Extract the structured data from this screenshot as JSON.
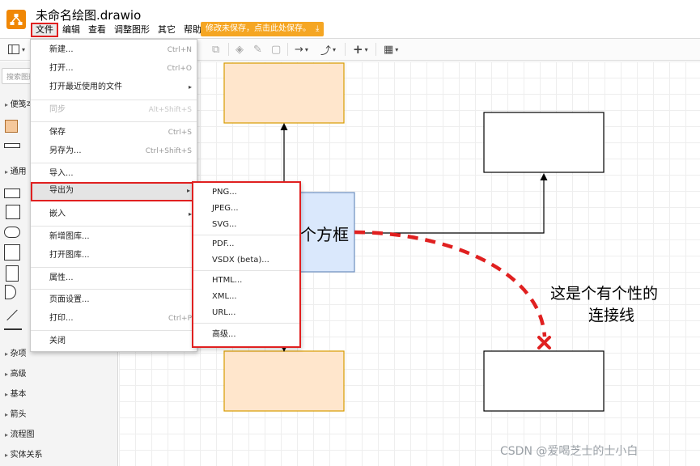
{
  "app": {
    "document_title": "未命名绘图.drawio",
    "save_banner": "修改未保存，点击此处保存。"
  },
  "menubar": [
    "文件",
    "编辑",
    "查看",
    "调整图形",
    "其它",
    "帮助"
  ],
  "sidebar": {
    "search_placeholder": "搜索图形",
    "sections": [
      "便笺本",
      "通用",
      "杂项",
      "高级",
      "基本",
      "箭头",
      "流程图",
      "实体关系"
    ]
  },
  "file_menu": {
    "items": [
      {
        "label": "新建...",
        "shortcut": "Ctrl+N"
      },
      {
        "label": "打开...",
        "shortcut": "Ctrl+O"
      },
      {
        "label": "打开最近使用的文件",
        "submenu": true
      },
      {
        "label": "同步",
        "shortcut": "Alt+Shift+S",
        "disabled": true
      },
      {
        "label": "保存",
        "shortcut": "Ctrl+S"
      },
      {
        "label": "另存为...",
        "shortcut": "Ctrl+Shift+S"
      },
      {
        "label": "导入..."
      },
      {
        "label": "导出为",
        "submenu": true,
        "selected": true
      },
      {
        "label": "嵌入",
        "submenu": true
      },
      {
        "label": "新增图库..."
      },
      {
        "label": "打开图库..."
      },
      {
        "label": "属性..."
      },
      {
        "label": "页面设置..."
      },
      {
        "label": "打印...",
        "shortcut": "Ctrl+P"
      },
      {
        "label": "关闭"
      }
    ]
  },
  "export_menu": {
    "items": [
      "PNG...",
      "JPEG...",
      "SVG...",
      "PDF...",
      "VSDX (beta)...",
      "HTML...",
      "XML...",
      "URL...",
      "高级..."
    ]
  },
  "canvas": {
    "center_box_text": "个方框",
    "annotation_line1": "这是个有个性的",
    "annotation_line2": "连接线"
  },
  "watermark": "CSDN @爱喝芝士的士小白",
  "colors": {
    "accent_red": "#e02020",
    "orange_fill": "#ffe6cc",
    "orange_stroke": "#d79b00",
    "blue_fill": "#dae8fc",
    "blue_stroke": "#6c8ebf",
    "save_banner": "#f5a623",
    "connector_red": "#e02020"
  }
}
